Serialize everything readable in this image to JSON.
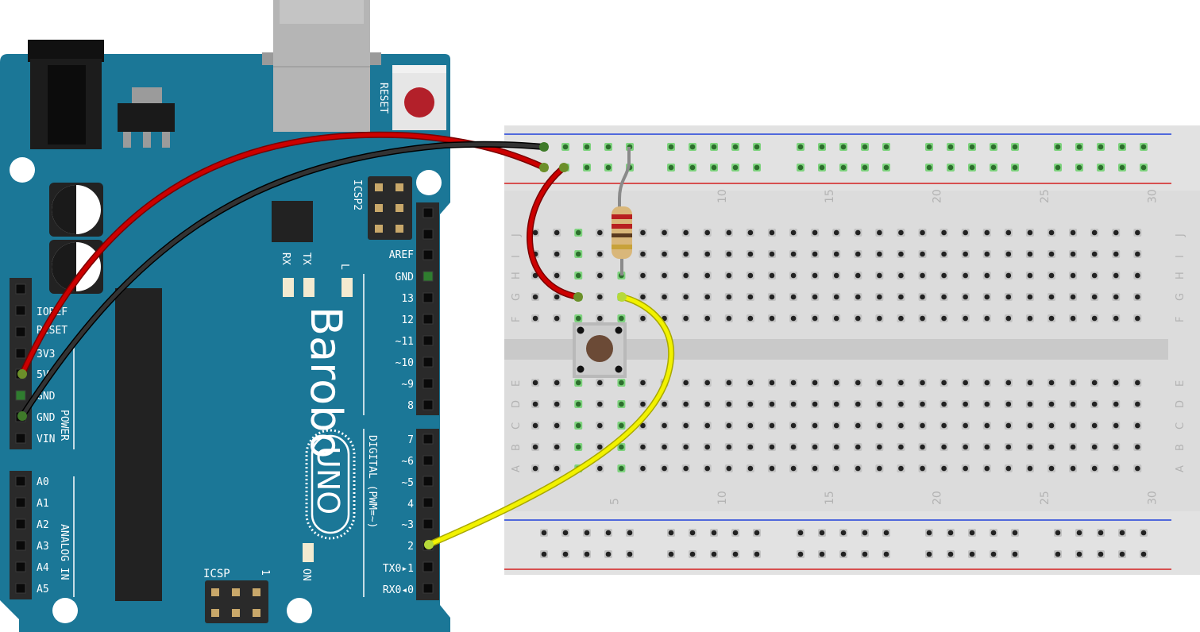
{
  "board": {
    "brand": "Barobo",
    "model": "UNO",
    "reset_label": "RESET",
    "icsp2_label": "ICSP2",
    "icsp_label": "ICSP",
    "icsp_pin1": "1",
    "rx_label": "RX",
    "tx_label": "TX",
    "l_label": "L",
    "on_label": "ON",
    "power_section_label": "POWER",
    "analog_section_label": "ANALOG IN",
    "digital_section_label": "DIGITAL (PWM=~)",
    "power_pins": [
      "IOREF",
      "RESET",
      "3V3",
      "5V",
      "GND",
      "GND",
      "VIN"
    ],
    "analog_pins": [
      "A0",
      "A1",
      "A2",
      "A3",
      "A4",
      "A5"
    ],
    "digital_pins_top": [
      "AREF",
      "GND",
      "13",
      "12",
      "~11",
      "~10",
      "~9",
      "8"
    ],
    "digital_pins_bottom": [
      "7",
      "~6",
      "~5",
      "4",
      "~3",
      "2",
      "TX0▸1",
      "RX0◂0"
    ]
  },
  "breadboard": {
    "row_letters_top": [
      "J",
      "I",
      "H",
      "G",
      "F"
    ],
    "row_letters_bottom": [
      "E",
      "D",
      "C",
      "B",
      "A"
    ],
    "column_numbers": [
      "5",
      "10",
      "15",
      "20",
      "25",
      "30"
    ]
  },
  "wires": [
    {
      "name": "5V to power rail",
      "color": "#cc0000"
    },
    {
      "name": "GND to ground rail",
      "color": "#1a1a1a"
    },
    {
      "name": "Pin 2 to button",
      "color": "#f2f200"
    }
  ],
  "colors": {
    "board_blue": "#1b7797",
    "breadboard": "#dcdcdc",
    "rail_blue": "#1f3fd9",
    "rail_red": "#d32020",
    "active_hole": "#7ed37e",
    "reset_button": "#b3202a"
  }
}
